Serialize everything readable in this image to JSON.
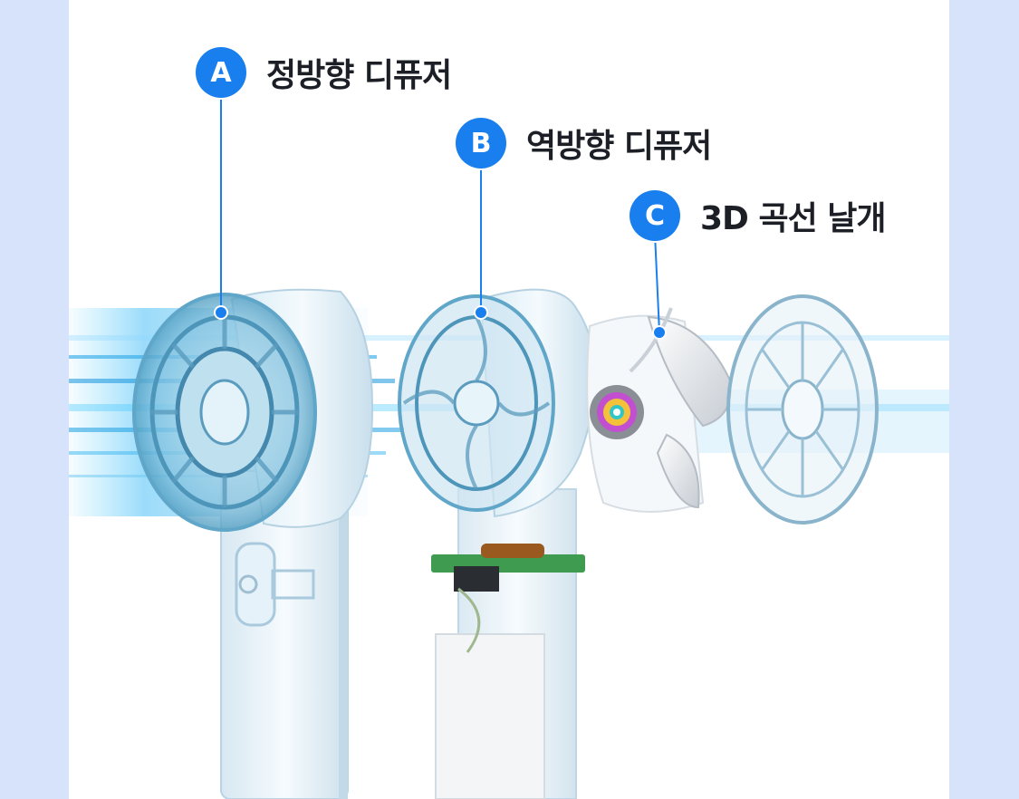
{
  "callouts": [
    {
      "letter": "A",
      "label": "정방향 디퓨저",
      "icon": "letter-a-badge-icon"
    },
    {
      "letter": "B",
      "label": "역방향 디퓨저",
      "icon": "letter-b-badge-icon"
    },
    {
      "letter": "C",
      "label": "3D 곡선 날개",
      "icon": "letter-c-badge-icon"
    }
  ],
  "colors": {
    "badge": "#1a7fee",
    "page_bg": "#d6e3fb",
    "canvas_bg": "#ffffff",
    "label_text": "#1c1f26",
    "airflow": "#3cc6ff"
  }
}
